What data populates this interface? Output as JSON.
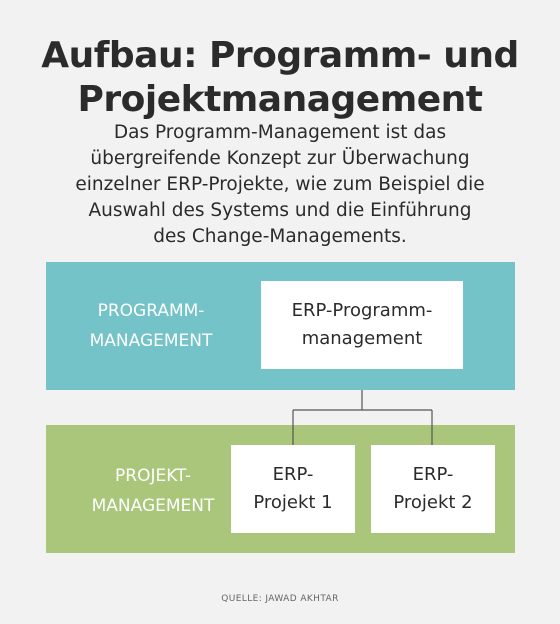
{
  "title": {
    "line1": "Aufbau: Programm- und",
    "line2": "Projektmanagement"
  },
  "subtitle": {
    "line1": "Das Programm-Management ist das",
    "line2": "übergreifende Konzept zur Überwachung",
    "line3": "einzelner ERP-Projekte, wie zum Beispiel die",
    "line4": "Auswahl des Systems und die Einführung",
    "line5": "des Change-Managements."
  },
  "diagram": {
    "programm_band": {
      "label_line1": "PROGRAMM-",
      "label_line2": "MANAGEMENT",
      "color": "#73c3c9",
      "node": {
        "line1": "ERP-Programm-",
        "line2": "management"
      }
    },
    "projekt_band": {
      "label_line1": "PROJEKT-",
      "label_line2": "MANAGEMENT",
      "color": "#a9c67a",
      "nodes": [
        {
          "line1": "ERP-",
          "line2": "Projekt 1"
        },
        {
          "line1": "ERP-",
          "line2": "Projekt 2"
        }
      ]
    },
    "connector_color": "#555555"
  },
  "source": "QUELLE: JAWAD AKHTAR"
}
